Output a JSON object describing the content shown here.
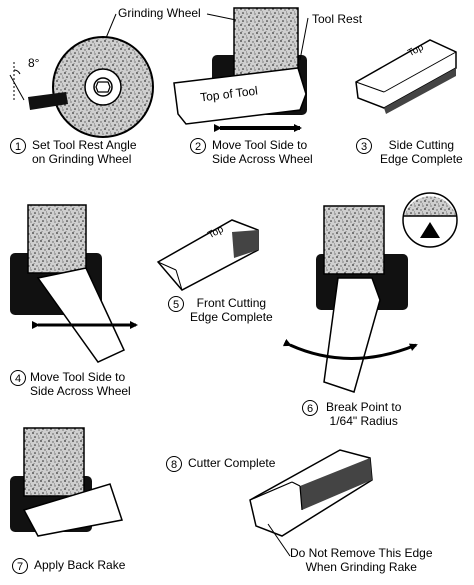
{
  "labels": {
    "grinding_wheel": "Grinding Wheel",
    "tool_rest": "Tool Rest",
    "angle": "8°",
    "top_of_tool": "Top of Tool",
    "top": "Top"
  },
  "steps": [
    {
      "number": "1",
      "line1": "Set Tool Rest Angle",
      "line2": "on Grinding Wheel"
    },
    {
      "number": "2",
      "line1": "Move Tool Side to",
      "line2": "Side Across Wheel"
    },
    {
      "number": "3",
      "line1": "Side Cutting",
      "line2": "Edge Complete"
    },
    {
      "number": "4",
      "line1": "Move Tool Side to",
      "line2": "Side Across Wheel"
    },
    {
      "number": "5",
      "line1": "Front Cutting",
      "line2": "Edge Complete"
    },
    {
      "number": "6",
      "line1": "Break Point to",
      "line2": "1/64\" Radius"
    },
    {
      "number": "7",
      "line1": "Apply Back Rake",
      "line2": ""
    },
    {
      "number": "8",
      "line1": "Cutter Complete",
      "line2": ""
    }
  ],
  "notes": {
    "edge_line1": "Do Not Remove This Edge",
    "edge_line2": "When Grinding Rake"
  }
}
